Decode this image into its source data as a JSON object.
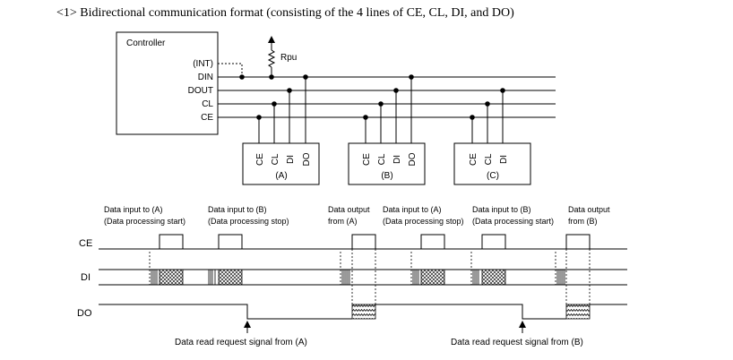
{
  "title": "<1> Bidirectional communication format (consisting of the 4 lines of CE, CL, DI, and DO)",
  "controller": {
    "name": "Controller",
    "pins": [
      "(INT)",
      "DIN",
      "DOUT",
      "CL",
      "CE"
    ]
  },
  "pullup_label": "Rpu",
  "devices": [
    {
      "pins": [
        "CE",
        "CL",
        "DI",
        "DO"
      ],
      "label": "(A)"
    },
    {
      "pins": [
        "CE",
        "CL",
        "DI",
        "DO"
      ],
      "label": "(B)"
    },
    {
      "pins": [
        "CE",
        "CL",
        "DI"
      ],
      "label": "(C)"
    }
  ],
  "timing": {
    "signals": [
      "CE",
      "DI",
      "DO"
    ],
    "annotations": [
      {
        "line1": "Data input to (A)",
        "line2": "(Data processing start)"
      },
      {
        "line1": "Data input to (B)",
        "line2": "(Data processing stop)"
      },
      {
        "line1": "Data output",
        "line2": "from (A)"
      },
      {
        "line1": "Data input to (A)",
        "line2": "(Data processing stop)"
      },
      {
        "line1": "Data input to (B)",
        "line2": "(Data processing start)"
      },
      {
        "line1": "Data output",
        "line2": "from (B)"
      }
    ],
    "requests": [
      "Data read request signal from (A)",
      "Data read request signal from (B)"
    ]
  }
}
